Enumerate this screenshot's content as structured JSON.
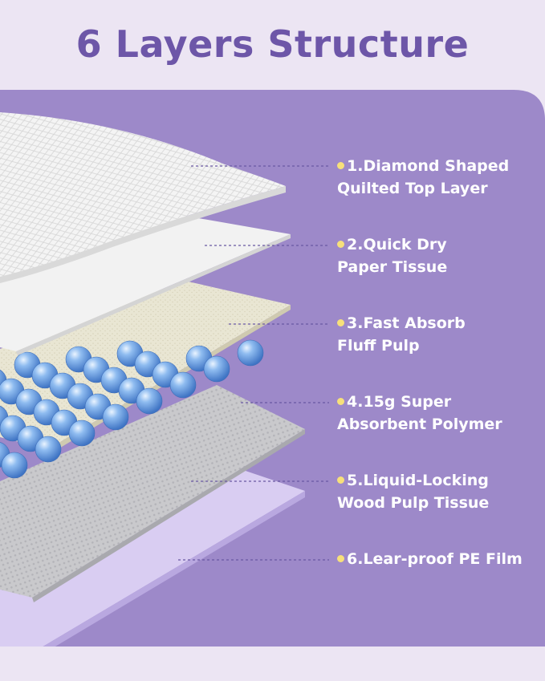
{
  "title": "6 Layers Structure",
  "colors": {
    "background": "#ece5f3",
    "panel": "#9d89c9",
    "title": "#6d56a8",
    "label_text": "#ffffff",
    "bullet": "#f7e07a",
    "polymer_bead": "#6fa2e0"
  },
  "layers": [
    {
      "line1": "1.Diamond Shaped",
      "line2": "Quilted Top Layer"
    },
    {
      "line1": "2.Quick Dry",
      "line2": "Paper Tissue"
    },
    {
      "line1": "3.Fast Absorb",
      "line2": "Fluff Pulp"
    },
    {
      "line1": "4.15g Super",
      "line2": "Absorbent Polymer"
    },
    {
      "line1": "5.Liquid-Locking",
      "line2": "Wood Pulp Tissue"
    },
    {
      "line1": "6.Lear-proof PE Film",
      "line2": ""
    }
  ]
}
